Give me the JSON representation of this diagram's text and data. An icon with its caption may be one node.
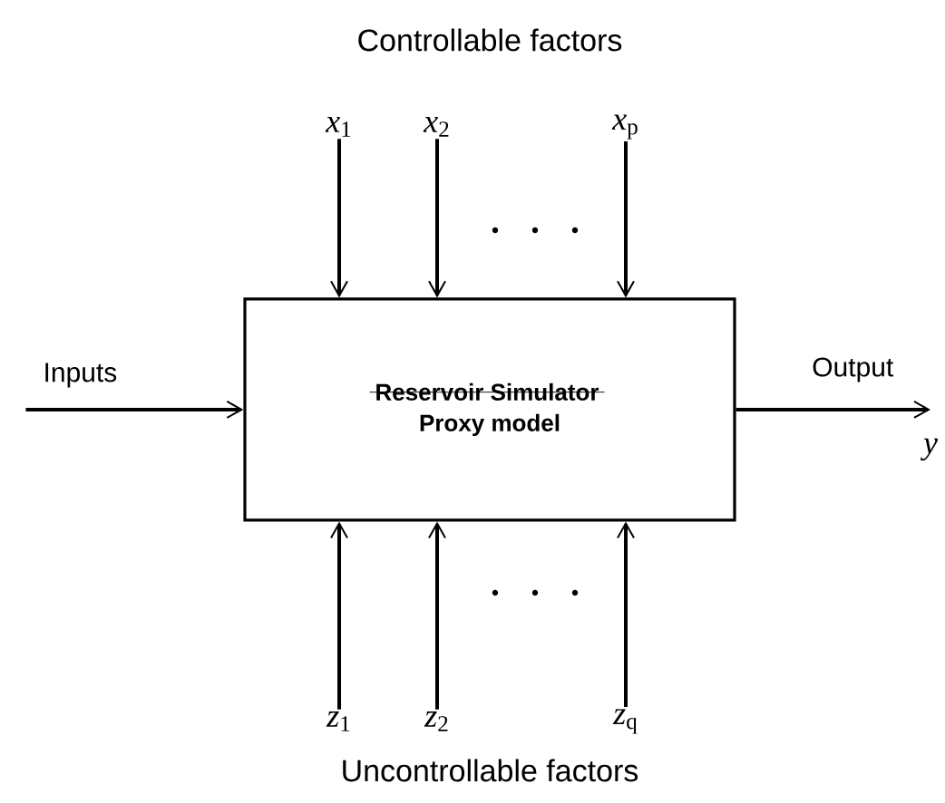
{
  "diagram": {
    "nodes": [
      {
        "text": [
          "Reservoir Simulator",
          "Proxy model"
        ]
      },
      {
        "text": [
          "*x*$_{1}$"
        ]
      },
      {
        "text": [
          "*x*$_{2}$"
        ]
      },
      {
        "text": [
          "*x*$_{p}$"
        ]
      },
      {
        "text": [
          "*z*$_{1}$"
        ]
      },
      {
        "text": [
          "*z*$_{2}$"
        ]
      },
      {
        "text": [
          "*z*$_{q}$"
        ]
      },
      {
        "text": [
          "*y*"
        ]
      }
    ],
    "edges": [
      {
        "from": null,
        "to": 0,
        "arrow": "to",
        "label": "Inputs"
      },
      {
        "from": 0,
        "to": 7,
        "arrow": "to",
        "label": "Output"
      },
      {
        "from": 1,
        "to": 0,
        "arrow": "to"
      },
      {
        "from": 2,
        "to": 0,
        "arrow": "to"
      },
      {
        "from": 3,
        "to": 0,
        "arrow": "to"
      },
      {
        "from": 4,
        "to": 0,
        "arrow": "to"
      },
      {
        "from": 5,
        "to": 0,
        "arrow": "to"
      },
      {
        "from": 6,
        "to": 0,
        "arrow": "to"
      }
    ],
    "labels": [
      "Controllable factors",
      "Uncontrollable factors"
    ]
  }
}
